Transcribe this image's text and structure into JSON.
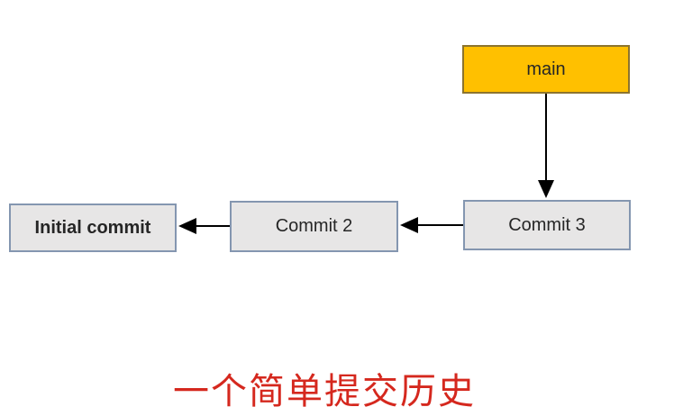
{
  "diagram": {
    "title_caption": "一个简单提交历史",
    "branch": {
      "label": "main"
    },
    "commits": [
      {
        "id": "initial-commit",
        "label": "Initial commit",
        "emphasis": "bold"
      },
      {
        "id": "commit-2",
        "label": "Commit 2",
        "emphasis": "normal"
      },
      {
        "id": "commit-3",
        "label": "Commit 3",
        "emphasis": "normal"
      }
    ],
    "arrows": [
      {
        "name": "main-to-commit3",
        "from": "main",
        "to": "Commit 3",
        "direction": "down"
      },
      {
        "name": "commit3-to-commit2",
        "from": "Commit 3",
        "to": "Commit 2",
        "direction": "left"
      },
      {
        "name": "commit2-to-initial",
        "from": "Commit 2",
        "to": "Initial commit",
        "direction": "left"
      }
    ],
    "colors": {
      "branch_fill": "#FFC000",
      "branch_border": "#8c742e",
      "commit_fill": "#E7E6E6",
      "commit_border": "#8496B0",
      "arrow": "#000000",
      "caption_red": "#D5281E",
      "label_text": "#262626",
      "background": "#FFFFFF"
    }
  }
}
